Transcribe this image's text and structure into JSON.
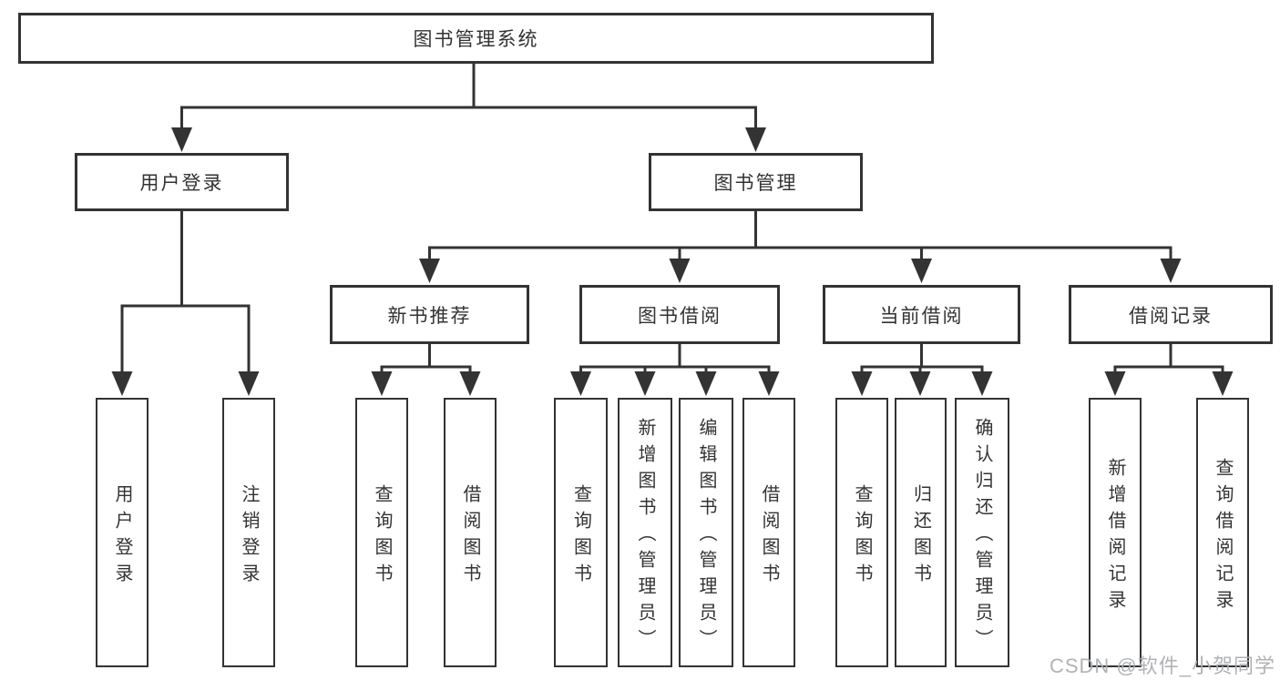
{
  "tree": {
    "label": "图书管理系统",
    "children": [
      {
        "label": "用户登录",
        "children": [
          {
            "label": "用户登录"
          },
          {
            "label": "注销登录"
          }
        ]
      },
      {
        "label": "图书管理",
        "children": [
          {
            "label": "新书推荐",
            "children": [
              {
                "label": "查询图书"
              },
              {
                "label": "借阅图书"
              }
            ]
          },
          {
            "label": "图书借阅",
            "children": [
              {
                "label": "查询图书"
              },
              {
                "label": "新增图书（管理员）"
              },
              {
                "label": "编辑图书（管理员）"
              },
              {
                "label": "借阅图书"
              }
            ]
          },
          {
            "label": "当前借阅",
            "children": [
              {
                "label": "查询图书"
              },
              {
                "label": "归还图书"
              },
              {
                "label": "确认归还（管理员）"
              }
            ]
          },
          {
            "label": "借阅记录",
            "children": [
              {
                "label": "新增借阅记录"
              },
              {
                "label": "查询借阅记录"
              }
            ]
          }
        ]
      }
    ]
  },
  "watermark": {
    "text": "CSDN @软件_小贺同学"
  },
  "colors": {
    "line": "#333333",
    "text": "#333333",
    "box_background": "#ffffff",
    "page_background": "#ffffff",
    "watermark": "#acaeb1"
  }
}
